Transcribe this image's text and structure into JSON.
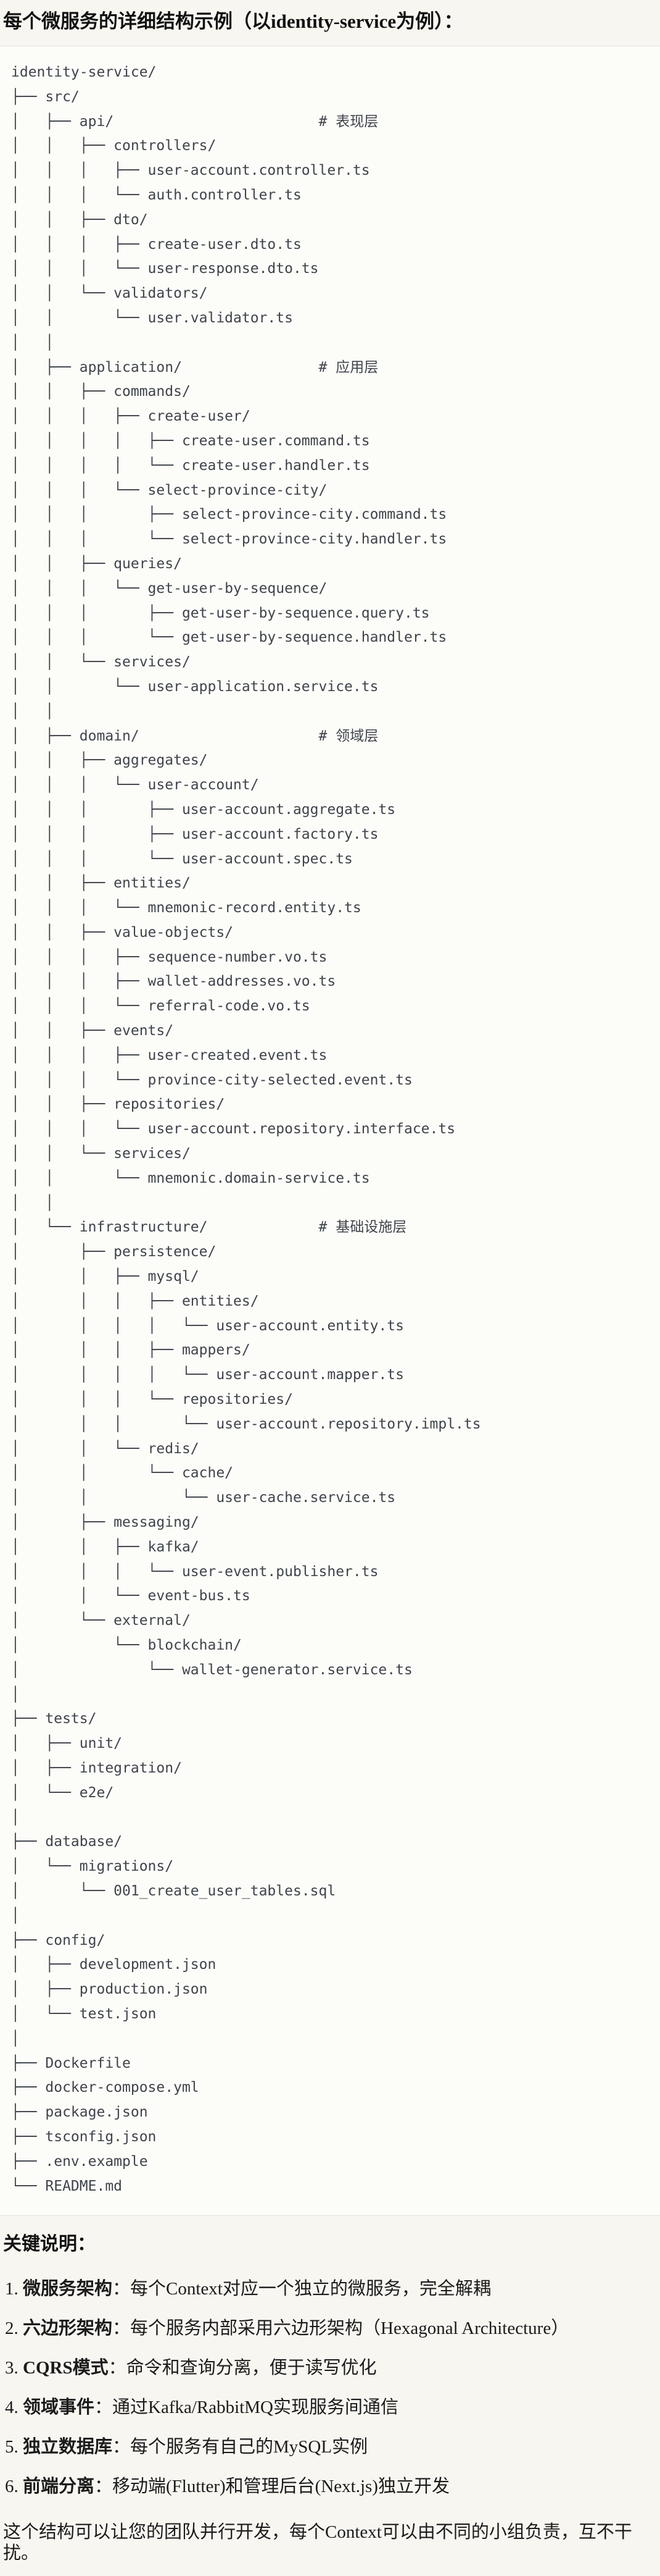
{
  "page": {
    "title": "每个微服务的详细结构示例（以identity-service为例）：",
    "colors": {
      "page_bg": "#f8f6f1",
      "code_bg": "#fcfcf9",
      "code_border": "#e5e3dd",
      "code_text": "#3f444b",
      "body_text": "#1b1b1b"
    }
  },
  "code": {
    "lines": [
      "identity-service/",
      "├── src/",
      "│   ├── api/                        # 表现层",
      "│   │   ├── controllers/",
      "│   │   │   ├── user-account.controller.ts",
      "│   │   │   └── auth.controller.ts",
      "│   │   ├── dto/",
      "│   │   │   ├── create-user.dto.ts",
      "│   │   │   └── user-response.dto.ts",
      "│   │   └── validators/",
      "│   │       └── user.validator.ts",
      "│   │",
      "│   ├── application/                # 应用层",
      "│   │   ├── commands/",
      "│   │   │   ├── create-user/",
      "│   │   │   │   ├── create-user.command.ts",
      "│   │   │   │   └── create-user.handler.ts",
      "│   │   │   └── select-province-city/",
      "│   │   │       ├── select-province-city.command.ts",
      "│   │   │       └── select-province-city.handler.ts",
      "│   │   ├── queries/",
      "│   │   │   └── get-user-by-sequence/",
      "│   │   │       ├── get-user-by-sequence.query.ts",
      "│   │   │       └── get-user-by-sequence.handler.ts",
      "│   │   └── services/",
      "│   │       └── user-application.service.ts",
      "│   │",
      "│   ├── domain/                     # 领域层",
      "│   │   ├── aggregates/",
      "│   │   │   └── user-account/",
      "│   │   │       ├── user-account.aggregate.ts",
      "│   │   │       ├── user-account.factory.ts",
      "│   │   │       └── user-account.spec.ts",
      "│   │   ├── entities/",
      "│   │   │   └── mnemonic-record.entity.ts",
      "│   │   ├── value-objects/",
      "│   │   │   ├── sequence-number.vo.ts",
      "│   │   │   ├── wallet-addresses.vo.ts",
      "│   │   │   └── referral-code.vo.ts",
      "│   │   ├── events/",
      "│   │   │   ├── user-created.event.ts",
      "│   │   │   └── province-city-selected.event.ts",
      "│   │   ├── repositories/",
      "│   │   │   └── user-account.repository.interface.ts",
      "│   │   └── services/",
      "│   │       └── mnemonic.domain-service.ts",
      "│   │",
      "│   └── infrastructure/             # 基础设施层",
      "│       ├── persistence/",
      "│       │   ├── mysql/",
      "│       │   │   ├── entities/",
      "│       │   │   │   └── user-account.entity.ts",
      "│       │   │   ├── mappers/",
      "│       │   │   │   └── user-account.mapper.ts",
      "│       │   │   └── repositories/",
      "│       │   │       └── user-account.repository.impl.ts",
      "│       │   └── redis/",
      "│       │       └── cache/",
      "│       │           └── user-cache.service.ts",
      "│       ├── messaging/",
      "│       │   ├── kafka/",
      "│       │   │   └── user-event.publisher.ts",
      "│       │   └── event-bus.ts",
      "│       └── external/",
      "│           └── blockchain/",
      "│               └── wallet-generator.service.ts",
      "│",
      "├── tests/",
      "│   ├── unit/",
      "│   ├── integration/",
      "│   └── e2e/",
      "│",
      "├── database/",
      "│   └── migrations/",
      "│       └── 001_create_user_tables.sql",
      "│",
      "├── config/",
      "│   ├── development.json",
      "│   ├── production.json",
      "│   └── test.json",
      "│",
      "├── Dockerfile",
      "├── docker-compose.yml",
      "├── package.json",
      "├── tsconfig.json",
      "├── .env.example",
      "└── README.md"
    ]
  },
  "notes": {
    "heading": "关键说明：",
    "items": [
      {
        "num": "1. ",
        "label": "微服务架构",
        "text": "：每个Context对应一个独立的微服务，完全解耦"
      },
      {
        "num": "2. ",
        "label": "六边形架构",
        "text": "：每个服务内部采用六边形架构（Hexagonal Architecture）"
      },
      {
        "num": "3. ",
        "label": "CQRS模式",
        "text": "：命令和查询分离，便于读写优化"
      },
      {
        "num": "4. ",
        "label": "领域事件",
        "text": "：通过Kafka/RabbitMQ实现服务间通信"
      },
      {
        "num": "5. ",
        "label": "独立数据库",
        "text": "：每个服务有自己的MySQL实例"
      },
      {
        "num": "6. ",
        "label": "前端分离",
        "text": "：移动端(Flutter)和管理后台(Next.js)独立开发"
      }
    ],
    "footer": "这个结构可以让您的团队并行开发，每个Context可以由不同的小组负责，互不干扰。"
  }
}
